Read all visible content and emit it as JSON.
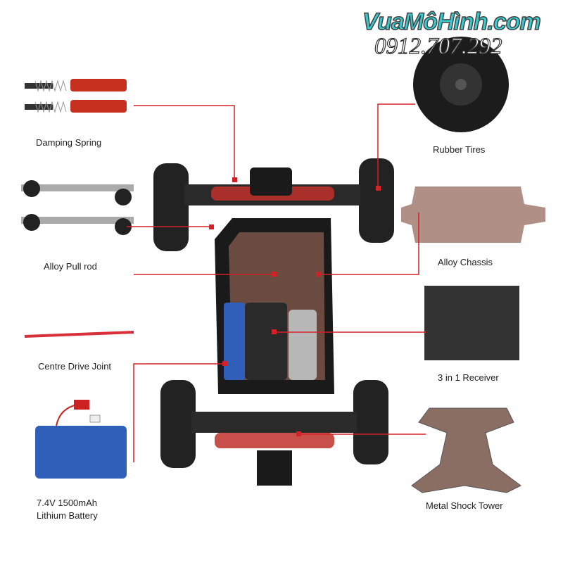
{
  "watermark": {
    "site": "VuaMôHình.com",
    "phone": "0912.707.292"
  },
  "labels": {
    "damping_spring": "Damping Spring",
    "pull_rod": "Alloy Pull rod",
    "drive_joint": "Centre Drive Joint",
    "battery_line1": "7.4V 1500mAh",
    "battery_line2": "Lithium Battery",
    "rubber_tires": "Rubber Tires",
    "alloy_chassis": "Alloy Chassis",
    "receiver": "3 in 1 Receiver",
    "shock_tower": "Metal Shock Tower"
  },
  "colors": {
    "callout": "#d42027",
    "chassis": "#1a1a1a",
    "accent": "#c0302a",
    "battery": "#2f5fb8",
    "copper": "#9c7a6a"
  }
}
